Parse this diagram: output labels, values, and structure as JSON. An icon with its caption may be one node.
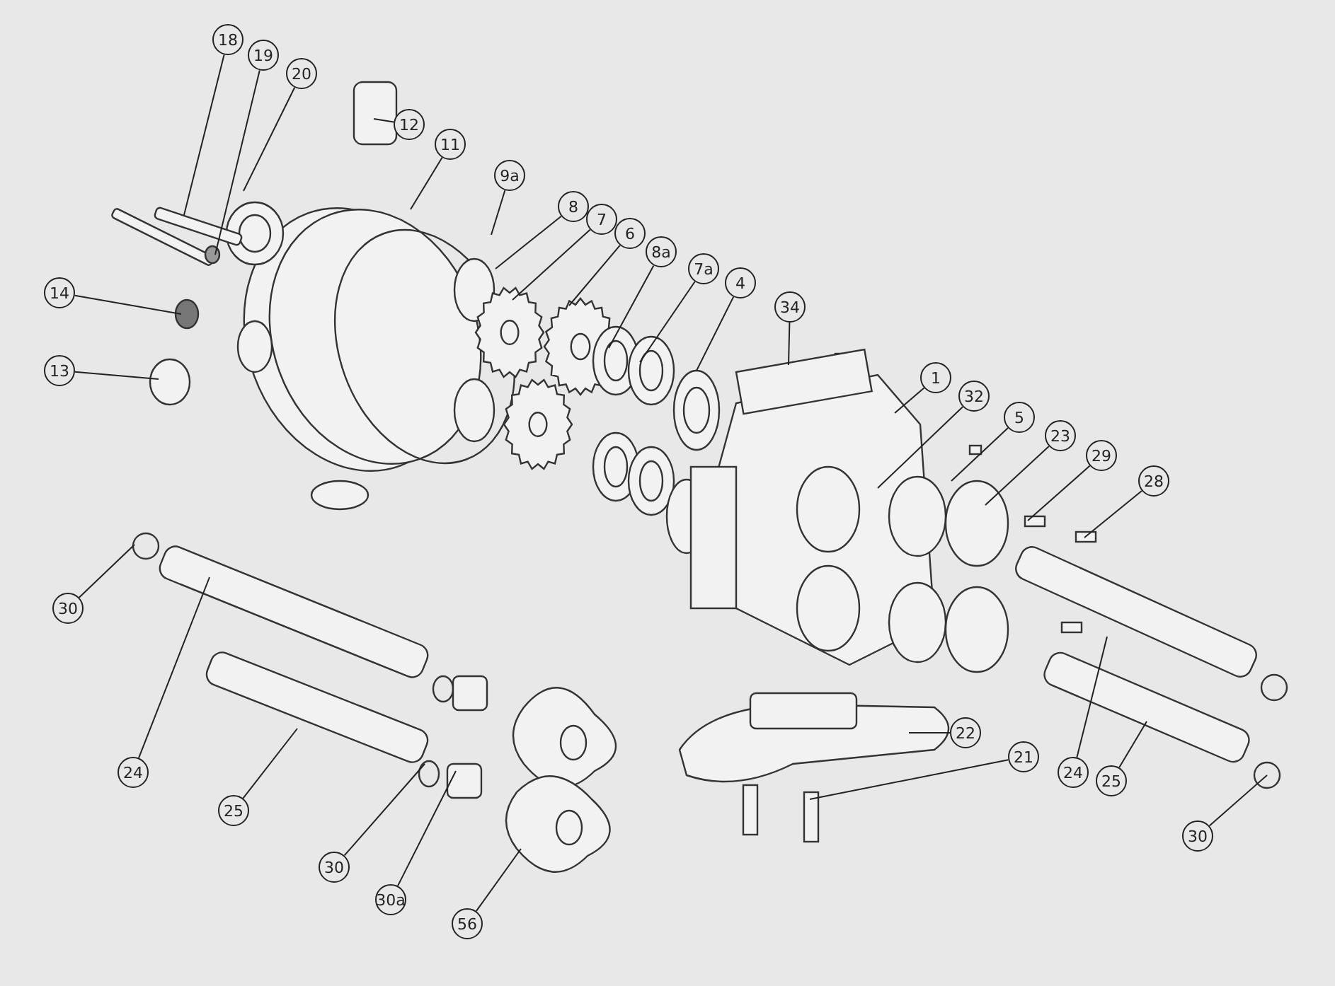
{
  "diagram": {
    "nodes": [
      {
        "text": [
          "18"
        ]
      },
      {
        "text": [
          "19"
        ]
      },
      {
        "text": [
          "20"
        ]
      },
      {
        "text": [
          "12"
        ]
      },
      {
        "text": [
          "11"
        ]
      },
      {
        "text": [
          "9a"
        ]
      },
      {
        "text": [
          "8"
        ]
      },
      {
        "text": [
          "7"
        ]
      },
      {
        "text": [
          "6"
        ]
      },
      {
        "text": [
          "8a"
        ]
      },
      {
        "text": [
          "7a"
        ]
      },
      {
        "text": [
          "4"
        ]
      },
      {
        "text": [
          "34"
        ]
      },
      {
        "text": [
          "1"
        ]
      },
      {
        "text": [
          "32"
        ]
      },
      {
        "text": [
          "5"
        ]
      },
      {
        "text": [
          "23"
        ]
      },
      {
        "text": [
          "29"
        ]
      },
      {
        "text": [
          "28"
        ]
      },
      {
        "text": [
          "14"
        ]
      },
      {
        "text": [
          "13"
        ]
      },
      {
        "text": [
          "30"
        ]
      },
      {
        "text": [
          "24"
        ]
      },
      {
        "text": [
          "25"
        ]
      },
      {
        "text": [
          "30"
        ]
      },
      {
        "text": [
          "30a"
        ]
      },
      {
        "text": [
          "56"
        ]
      },
      {
        "text": [
          "22"
        ]
      },
      {
        "text": [
          "21"
        ]
      },
      {
        "text": [
          "24"
        ]
      },
      {
        "text": [
          "25"
        ]
      },
      {
        "text": [
          "30"
        ]
      }
    ],
    "edges": [
      {
        "from": 0,
        "to": null,
        "arrow": "none"
      },
      {
        "from": 1,
        "to": null,
        "arrow": "none"
      },
      {
        "from": 2,
        "to": null,
        "arrow": "none"
      },
      {
        "from": 3,
        "to": null,
        "arrow": "none"
      },
      {
        "from": 4,
        "to": null,
        "arrow": "none"
      },
      {
        "from": 5,
        "to": null,
        "arrow": "none"
      },
      {
        "from": 6,
        "to": null,
        "arrow": "none"
      },
      {
        "from": 7,
        "to": null,
        "arrow": "none"
      },
      {
        "from": 8,
        "to": null,
        "arrow": "none"
      },
      {
        "from": 9,
        "to": null,
        "arrow": "none"
      },
      {
        "from": 10,
        "to": null,
        "arrow": "none"
      },
      {
        "from": 11,
        "to": null,
        "arrow": "none"
      },
      {
        "from": 12,
        "to": null,
        "arrow": "none"
      },
      {
        "from": 13,
        "to": null,
        "arrow": "none"
      },
      {
        "from": 14,
        "to": null,
        "arrow": "none"
      },
      {
        "from": 15,
        "to": null,
        "arrow": "none"
      },
      {
        "from": 16,
        "to": null,
        "arrow": "none"
      },
      {
        "from": 17,
        "to": null,
        "arrow": "none"
      },
      {
        "from": 18,
        "to": null,
        "arrow": "none"
      },
      {
        "from": 19,
        "to": null,
        "arrow": "none"
      },
      {
        "from": 20,
        "to": null,
        "arrow": "none"
      },
      {
        "from": 21,
        "to": null,
        "arrow": "none"
      },
      {
        "from": 22,
        "to": null,
        "arrow": "none"
      },
      {
        "from": 23,
        "to": null,
        "arrow": "none"
      },
      {
        "from": 24,
        "to": null,
        "arrow": "none"
      },
      {
        "from": 25,
        "to": null,
        "arrow": "none"
      },
      {
        "from": 26,
        "to": null,
        "arrow": "none"
      },
      {
        "from": 27,
        "to": null,
        "arrow": "none"
      },
      {
        "from": 28,
        "to": null,
        "arrow": "none"
      },
      {
        "from": 29,
        "to": null,
        "arrow": "none"
      },
      {
        "from": 30,
        "to": null,
        "arrow": "none"
      },
      {
        "from": 31,
        "to": null,
        "arrow": "none"
      }
    ]
  }
}
